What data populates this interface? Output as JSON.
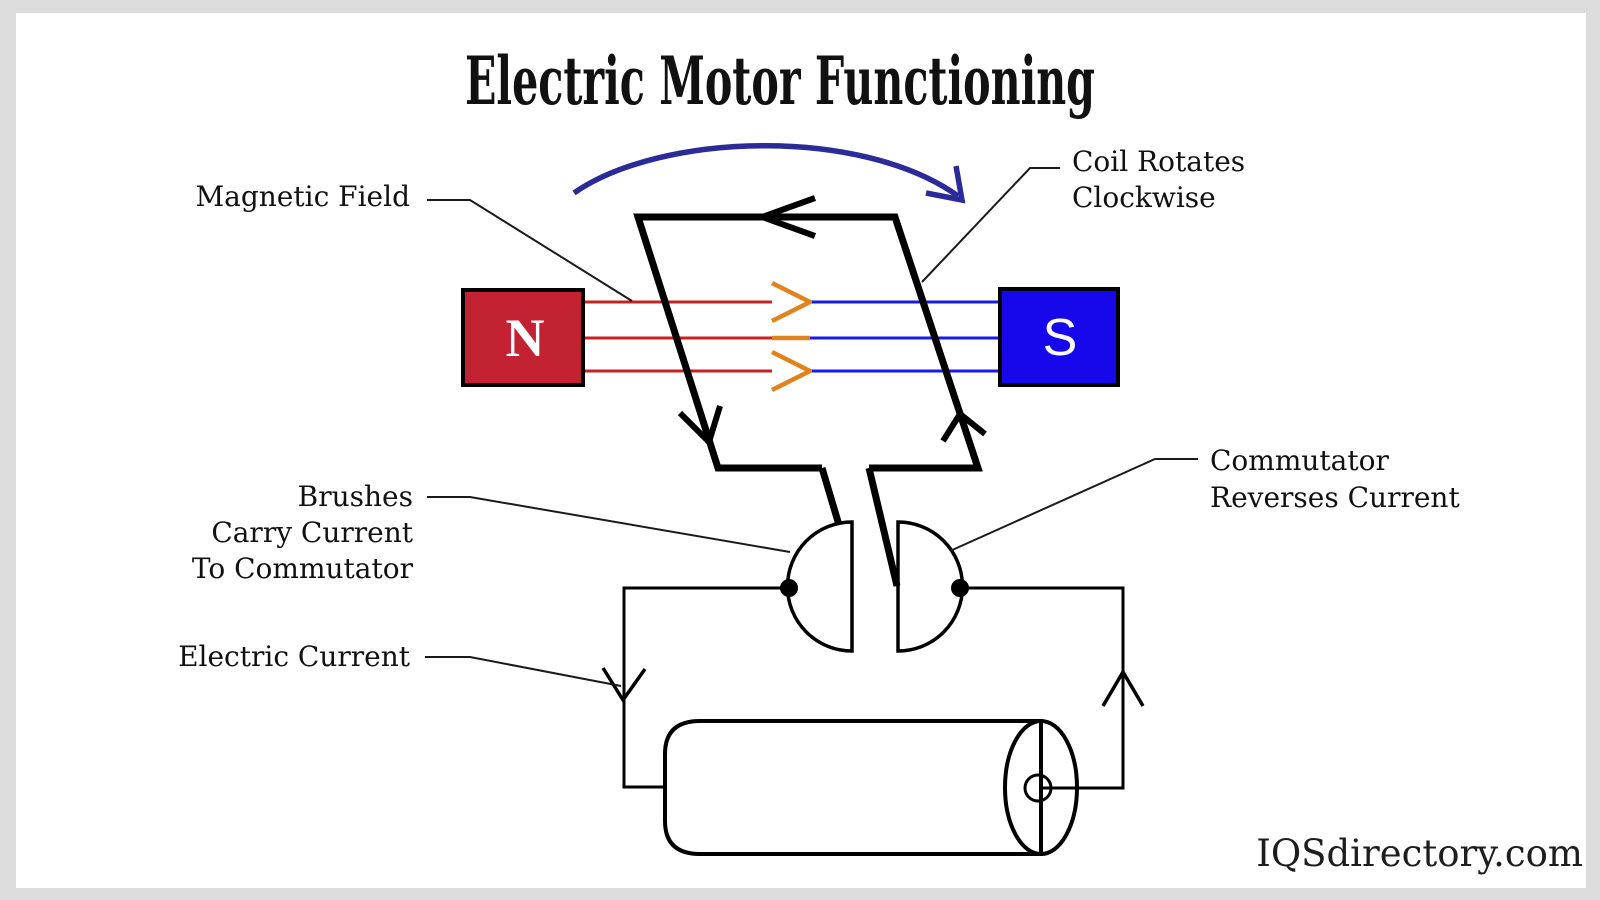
{
  "title": "Electric Motor Functioning",
  "watermark": "IQSdirectory.com",
  "magnets": {
    "north": "N",
    "south": "S"
  },
  "labels": {
    "magnetic_field": "Magnetic Field",
    "coil_rotates": {
      "line1": "Coil Rotates",
      "line2": "Clockwise"
    },
    "brushes": {
      "line1": "Brushes",
      "line2": "Carry Current",
      "line3": "To Commutator"
    },
    "commutator": {
      "line1": "Commutator",
      "line2": "Reverses Current"
    },
    "electric_current": "Electric Current"
  },
  "colors": {
    "frame": "#dcdcdc",
    "canvas": "#ffffff",
    "magnet_n": "#c32233",
    "magnet_s": "#1708ec",
    "field_red": "#c62222",
    "field_blue": "#1a1aee",
    "field_arrow_orange": "#e0821e",
    "rotation_arrow": "#2a2a99",
    "brush_left": "#c16a2b",
    "brush_right": "#f8c866",
    "battery_red": "#d2262f",
    "terminal_gray": "#808080"
  }
}
